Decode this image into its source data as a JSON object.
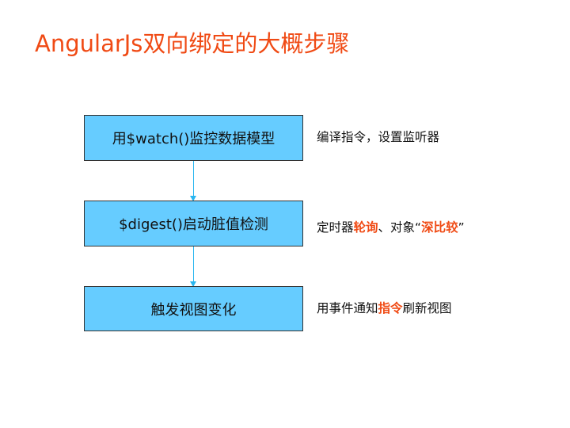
{
  "title": "AngularJs双向绑定的大概步骤",
  "steps": [
    {
      "label": "用$watch()监控数据模型",
      "note": [
        "编译指令，设置监听器"
      ]
    },
    {
      "label": "$digest()启动脏值检测",
      "note": [
        "定时器",
        "轮询",
        "、对象“",
        "深比较",
        "”"
      ]
    },
    {
      "label": "触发视图变化",
      "note": [
        "用事件通知",
        "指令",
        "刷新视图"
      ]
    }
  ],
  "colors": {
    "title": "#f04a14",
    "box": "#66ccff",
    "arrow": "#29b6f0",
    "highlight": "#f04a14"
  }
}
